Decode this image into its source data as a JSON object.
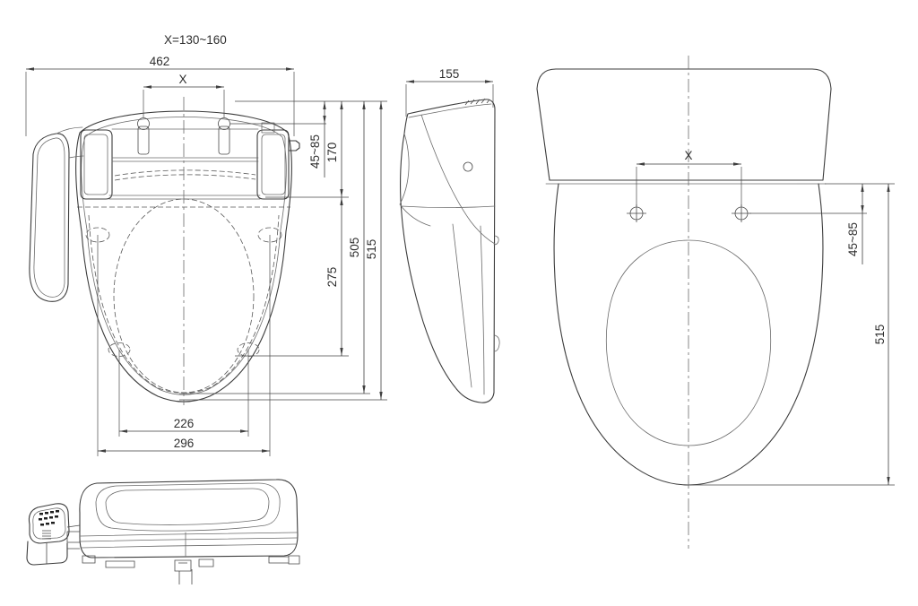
{
  "page": {
    "background": "#ffffff",
    "line_color": "#3c3c3c"
  },
  "annotations": {
    "hole_spacing_note": "X=130~160"
  },
  "views": {
    "top": {
      "dims": {
        "overall_width": "462",
        "hole_spacing": "X",
        "hole_offset": "45~85",
        "unit_depth": "170",
        "opening_depth": "275",
        "seat_depth": "505",
        "overall_depth": "515",
        "bumper_span_inner": "226",
        "bumper_span_outer": "296"
      }
    },
    "side": {
      "dims": {
        "width": "155"
      }
    },
    "plan": {
      "dims": {
        "hole_spacing": "X",
        "hole_offset": "45~85",
        "overall_depth": "515"
      }
    }
  }
}
